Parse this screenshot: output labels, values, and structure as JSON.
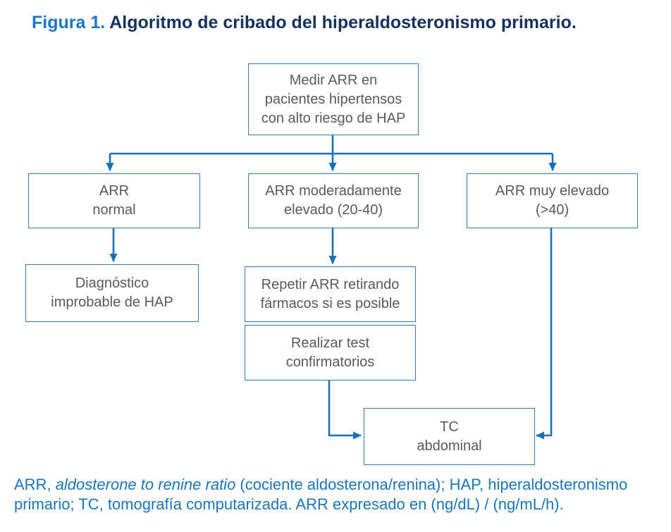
{
  "title": {
    "label": "Figura 1.",
    "text": " Algoritmo de cribado del hiperaldosteronismo primario."
  },
  "colors": {
    "title_label_blue": "#1b78c4",
    "title_dark_navy": "#16315e",
    "box_border_blue": "#3c79ad",
    "box_text_gray": "#595959",
    "connector_blue": "#1b6fb5",
    "footnote_blue": "#1b75bc",
    "background": "#ffffff"
  },
  "flowchart": {
    "nodes": {
      "medir": {
        "lines": [
          "Medir ARR en",
          "pacientes hipertensos",
          "con alto riesgo de HAP"
        ]
      },
      "arr_normal": {
        "lines": [
          "ARR",
          "normal"
        ]
      },
      "arr_moderado": {
        "lines": [
          "ARR moderadamente",
          "elevado (20-40)"
        ]
      },
      "arr_alto": {
        "lines": [
          "ARR muy elevado",
          "(>40)"
        ]
      },
      "diagnostico": {
        "lines": [
          "Diagnóstico",
          "improbable de HAP"
        ]
      },
      "repetir": {
        "lines": [
          "Repetir ARR retirando",
          "fármacos si es posible"
        ]
      },
      "realizar": {
        "lines": [
          "Realizar test",
          "confirmatorios"
        ]
      },
      "tc": {
        "lines": [
          "TC",
          "abdominal"
        ]
      }
    },
    "edges": [
      {
        "from": "medir",
        "to": "arr_normal"
      },
      {
        "from": "medir",
        "to": "arr_moderado"
      },
      {
        "from": "medir",
        "to": "arr_alto"
      },
      {
        "from": "arr_normal",
        "to": "diagnostico"
      },
      {
        "from": "arr_moderado",
        "to": "repetir"
      },
      {
        "from": "repetir",
        "to": "realizar"
      },
      {
        "from": "realizar",
        "to": "tc"
      },
      {
        "from": "arr_alto",
        "to": "tc"
      }
    ]
  },
  "footnote": {
    "line1_seg1": "ARR, ",
    "line1_seg2_italic": "aldosterone to renine ratio",
    "line1_seg3": " (cociente aldosterona/renina); HAP, hiperaldosteronismo",
    "line2": "primario; TC, tomografía computarizada. ARR expresado en (ng/dL) / (ng/mL/h)."
  }
}
